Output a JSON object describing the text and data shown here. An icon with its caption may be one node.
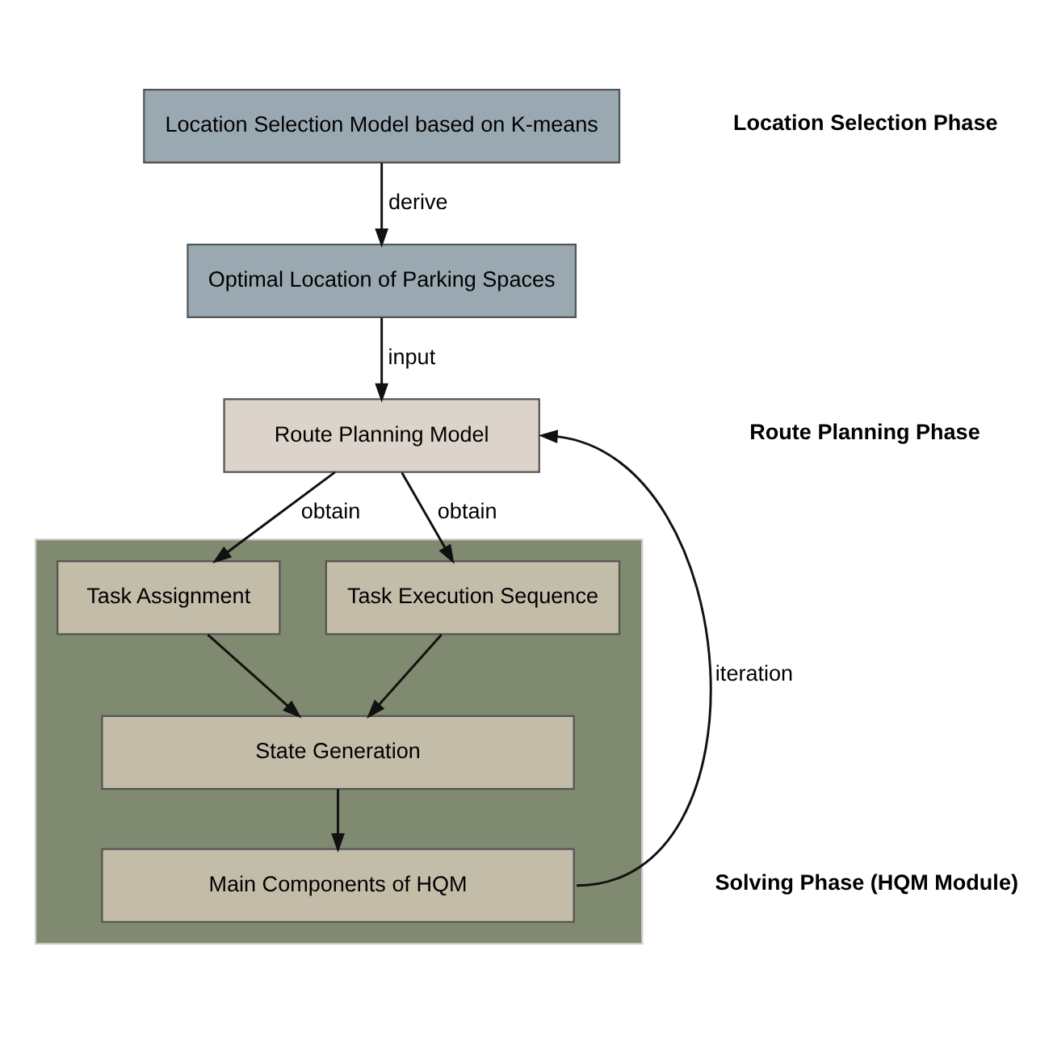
{
  "diagram": {
    "nodes": [
      {
        "text": [
          "Location Selection Model based on K-means"
        ]
      },
      {
        "text": [
          "Optimal Location of Parking Spaces"
        ]
      },
      {
        "text": [
          "Route Planning Model"
        ]
      },
      {
        "text": [],
        "shape": "box"
      },
      {
        "text": [
          "Task Assignment"
        ],
        "in": 3
      },
      {
        "text": [
          "Task Execution Sequence"
        ],
        "in": 3
      },
      {
        "text": [
          "State Generation"
        ],
        "in": 3
      },
      {
        "text": [
          "Main Components of HQM"
        ],
        "in": 3
      }
    ],
    "edges": [
      {
        "from": 0,
        "to": 1,
        "arrow": "to",
        "label": "derive"
      },
      {
        "from": 1,
        "to": 2,
        "arrow": "to",
        "label": "input"
      },
      {
        "from": 2,
        "to": 4,
        "arrow": "to",
        "label": "obtain"
      },
      {
        "from": 2,
        "to": 5,
        "arrow": "to",
        "label": "obtain"
      },
      {
        "from": 4,
        "to": 6,
        "arrow": "to"
      },
      {
        "from": 5,
        "to": 6,
        "arrow": "to"
      },
      {
        "from": 6,
        "to": 7,
        "arrow": "to"
      },
      {
        "from": 7,
        "to": 2,
        "arrow": "to",
        "label": "iteration"
      }
    ],
    "labels": [
      "Location Selection Phase",
      "Route Planning Phase",
      "Solving Phase (HQM Module)"
    ]
  }
}
